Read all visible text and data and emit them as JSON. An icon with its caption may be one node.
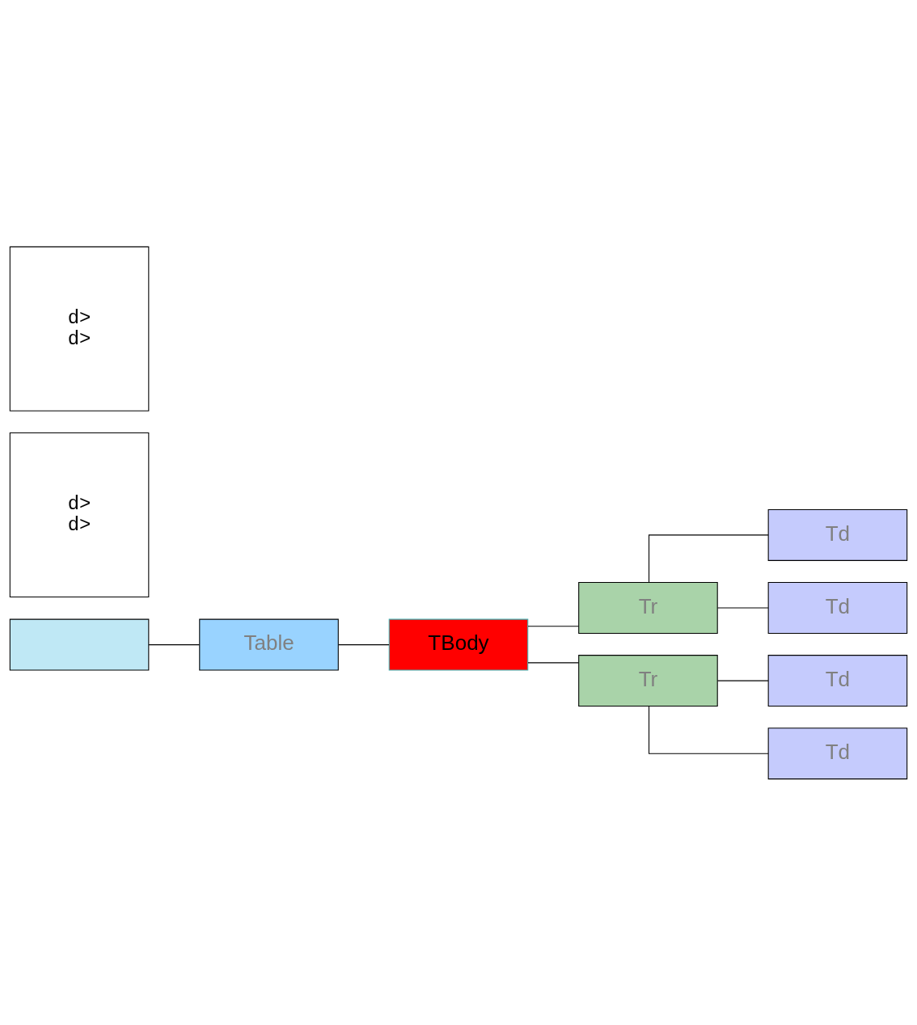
{
  "diagram": {
    "nodes": [
      {
        "text": [],
        "shape": "box"
      },
      {
        "text": [
          "Table"
        ]
      },
      {
        "text": [
          "TBody"
        ]
      },
      {
        "text": [
          "Tr"
        ]
      },
      {
        "text": [
          "Td"
        ]
      },
      {
        "text": [
          "Td"
        ]
      },
      {
        "text": [
          "Tr"
        ]
      },
      {
        "text": [
          "Td"
        ]
      },
      {
        "text": [
          "Td"
        ]
      },
      {
        "text": [
          "d>",
          "d>"
        ]
      },
      {
        "text": [
          "d>",
          "d>"
        ]
      }
    ],
    "edges": [
      {
        "from": 0,
        "to": 1,
        "arrow": "none"
      },
      {
        "from": 1,
        "to": 2,
        "arrow": "none"
      },
      {
        "from": 2,
        "to": 3,
        "arrow": "none"
      },
      {
        "from": 3,
        "to": 4,
        "arrow": "none"
      },
      {
        "from": 3,
        "to": 5,
        "arrow": "none"
      },
      {
        "from": 2,
        "to": 6,
        "arrow": "none"
      },
      {
        "from": 6,
        "to": 7,
        "arrow": "none"
      },
      {
        "from": 6,
        "to": 8,
        "arrow": "none"
      }
    ]
  }
}
